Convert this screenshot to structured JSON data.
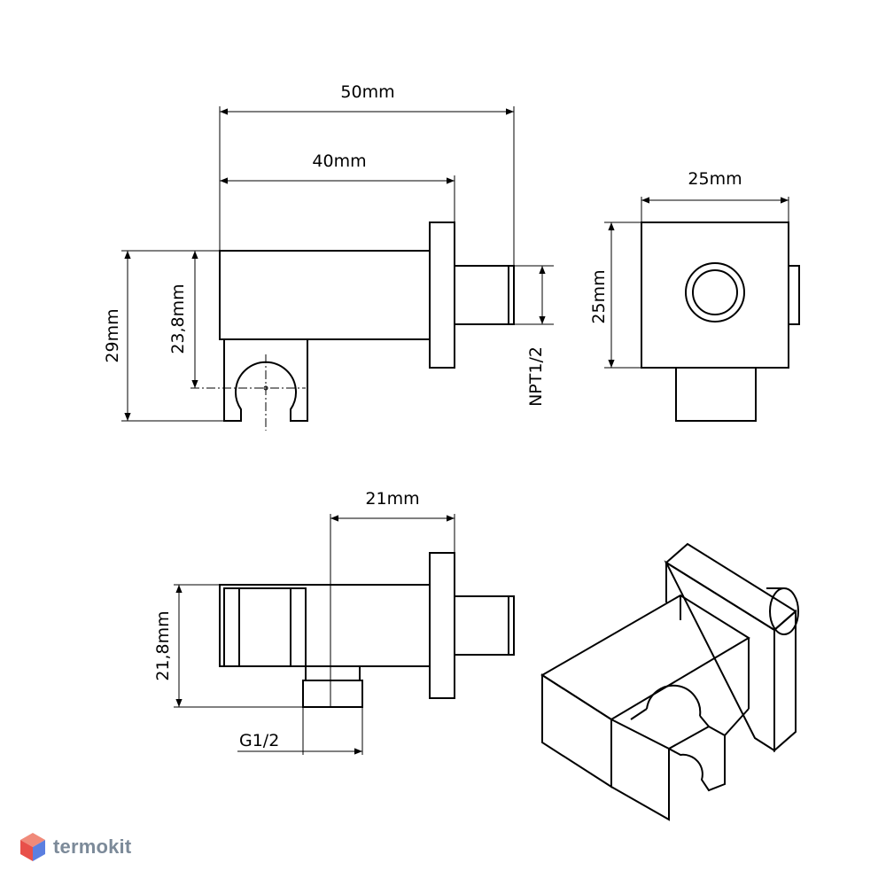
{
  "dimensions": {
    "width_50": "50mm",
    "width_40": "40mm",
    "height_29": "29mm",
    "height_23_8": "23,8mm",
    "thread_npt": "NPT1/2",
    "side_width_25": "25mm",
    "side_height_25": "25mm",
    "depth_21": "21mm",
    "height_21_8": "21,8mm",
    "thread_g": "G1/2"
  },
  "brand": {
    "name": "termokit",
    "colors": {
      "top": "#f08a7a",
      "left": "#e8504a",
      "right": "#5b7fe0"
    },
    "icon": "cube-logo-icon"
  }
}
